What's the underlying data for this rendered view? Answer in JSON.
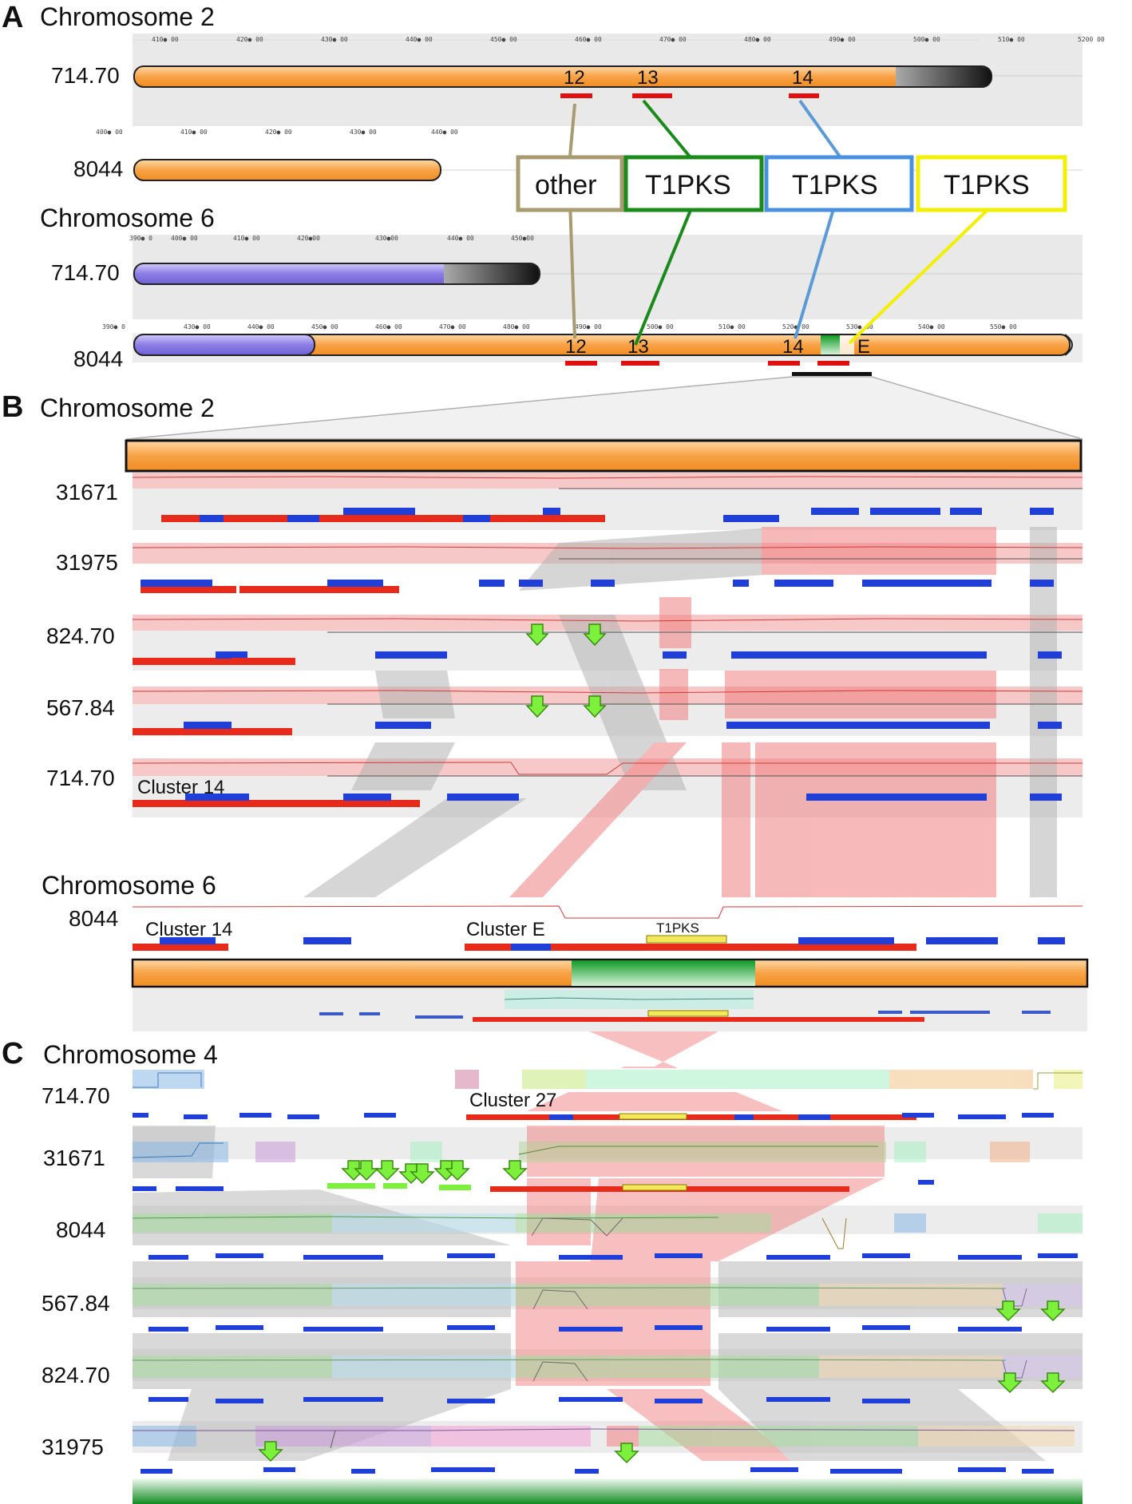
{
  "panels": {
    "A": {
      "letter": "A",
      "chr2_title": "Chromosome 2",
      "chr6_title": "Chromosome 6",
      "strains": [
        "714.70",
        "8044",
        "714.70",
        "8044"
      ],
      "cluster_numbers_top": [
        "12",
        "13",
        "14"
      ],
      "cluster_numbers_bottom": [
        "12",
        "13",
        "14",
        "E"
      ],
      "boxes": [
        {
          "label": "other",
          "color": "#a89b72"
        },
        {
          "label": "T1PKS",
          "color": "#1a8a1a"
        },
        {
          "label": "T1PKS",
          "color": "#4a90e0"
        },
        {
          "label": "T1PKS",
          "color": "#f2ef00"
        }
      ]
    },
    "B": {
      "letter": "B",
      "chr2_title": "Chromosome 2",
      "chr6_title": "Chromosome 6",
      "strains": [
        "31671",
        "31975",
        "824.70",
        "567.84",
        "714.70",
        "8044"
      ],
      "cluster14_label": "Cluster 14",
      "cluster14_label_b": "Cluster 14",
      "clusterE_label": "Cluster E",
      "t1pks_label": "T1PKS"
    },
    "C": {
      "letter": "C",
      "chr4_title": "Chromosome 4",
      "strains": [
        "714.70",
        "31671",
        "8044",
        "567.84",
        "824.70",
        "31975"
      ],
      "cluster27_label": "Cluster 27"
    }
  },
  "colors": {
    "orange_bar": "#f5a24a",
    "purple_bar": "#8a7ae0",
    "grey_band": "#e6e6e6",
    "red_gene": "#e82a1a",
    "blue_gene": "#1f3fd8",
    "green_arrow": "#7cf03a",
    "link_red": "#f08080",
    "link_grey": "#b4b4b4"
  }
}
